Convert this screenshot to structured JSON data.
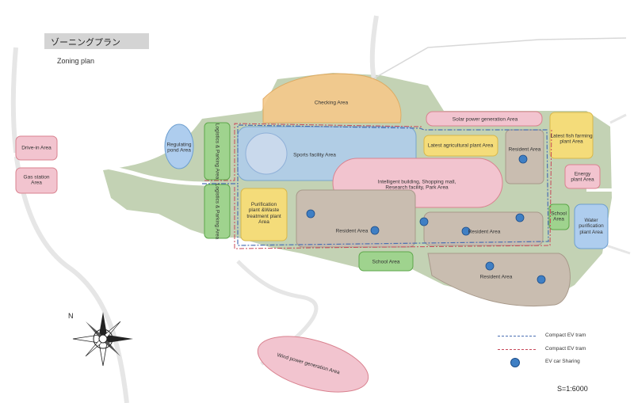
{
  "title": {
    "jp": "ゾーニングプラン",
    "en": "Zoning plan"
  },
  "areas": {
    "checking": "Checking Area",
    "solar": "Solar power generation Area",
    "drivein": "Drive-in Area",
    "gas": "Gas station\nArea",
    "reg_pond": "Regulating\npond Area",
    "sports": "Sports facility Area",
    "intelligent": "Intelligent building, Shopping mall,\nResearch facility, Park Area",
    "agri": "Latest agricultural plant Area",
    "fish": "Latest fish farming\nplant Area",
    "energy": "Energy\nplant Area",
    "purif": "Purification\nplant &Waste\ntreatment plant\nArea",
    "school_right": "School\nArea",
    "water": "Water\npurification\nplant Area",
    "school_bottom": "School Area",
    "resident_top": "Resident Area",
    "resident_left": "Resident Area",
    "resident_mid": "Resident Area",
    "resident_bottom": "Resident Area",
    "wind": "Wind power generation Area",
    "logistics_top": "Logistics & Parking Area",
    "logistics_bottom": "Logistics & Parking Area"
  },
  "legend": [
    {
      "label": "Compact EV tram",
      "color": "#4a6fb3",
      "kind": "line"
    },
    {
      "label": "Compact EV tram",
      "color": "#c8485a",
      "kind": "line"
    },
    {
      "label": "EV car Sharing",
      "color": "#3f7fc4",
      "kind": "dot"
    }
  ],
  "compass": {
    "north": "N"
  },
  "scale": "S=1:6000",
  "colors": {
    "land": "#c3d2b4",
    "road": "#ffffff",
    "orange": "#f5c98a",
    "pink": "#f2c4cf",
    "resident": "#c9bdb0",
    "green": "#9fd38e",
    "yellow": "#f4dc7a",
    "blue": "#aecdee",
    "ev_dot": "#3f7fc4"
  }
}
